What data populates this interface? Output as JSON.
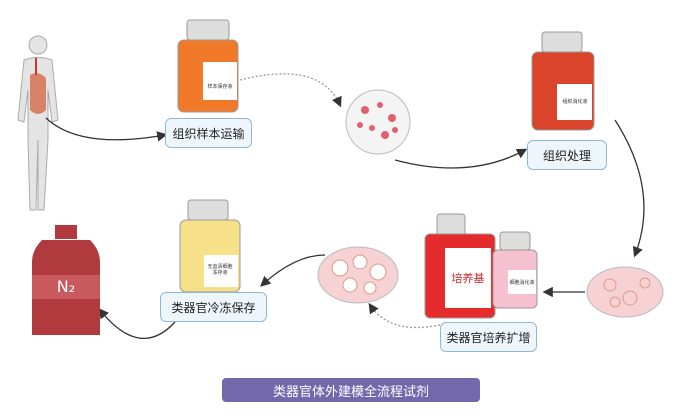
{
  "steps": {
    "transport": "组织样本运输",
    "processing": "组织处理",
    "culture": "类器官培养扩增",
    "cryo": "类器官冷冻保存"
  },
  "bottles": {
    "preservation": "样本保存液",
    "digestion": "组织消化液",
    "cryo_medium": "无血清细胞冻存液",
    "medium": "培养基",
    "cell_digestion": "细胞消化液"
  },
  "tank_label": "N₂",
  "banner": "类器官体外建模全流程试剂",
  "colors": {
    "label_border": "#8fb8d8",
    "banner": "#7468ad",
    "tank": "#b03a3e"
  }
}
